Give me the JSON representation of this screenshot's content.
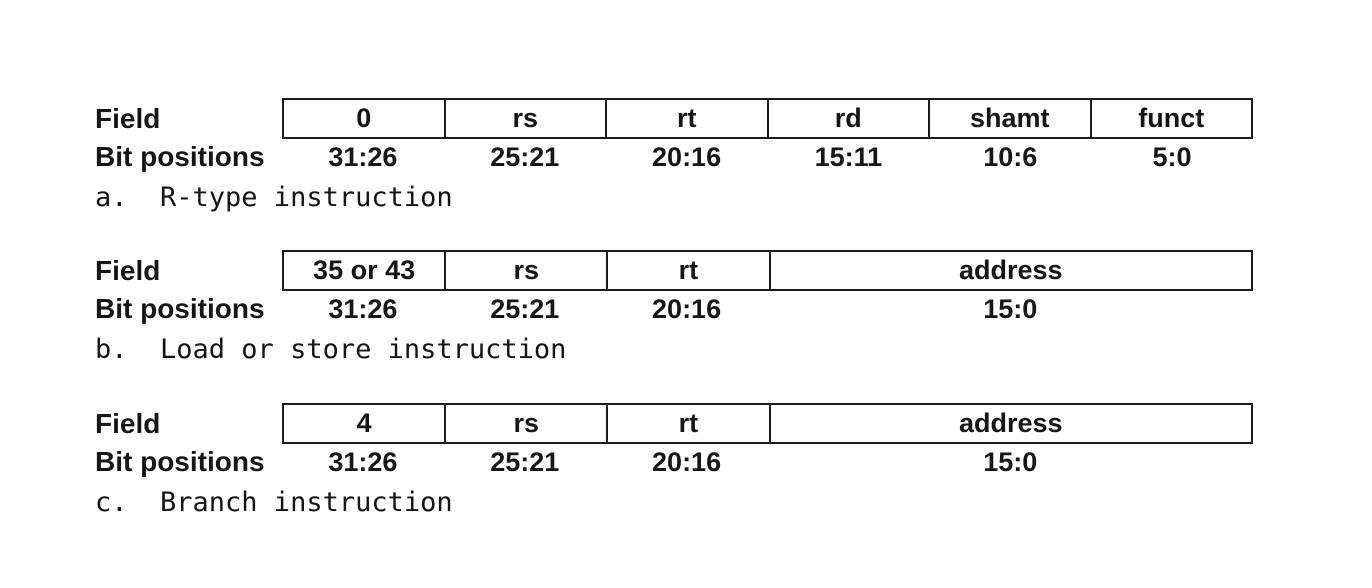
{
  "page": {
    "background_color": "#ffffff",
    "text_color": "#161616",
    "border_color": "#1c1c1c"
  },
  "sections": [
    {
      "field_label": "Field",
      "bits_label": "Bit positions",
      "caption": "a.  R-type instruction",
      "cells": [
        {
          "field": "0",
          "bits": "31:26",
          "span": 1
        },
        {
          "field": "rs",
          "bits": "25:21",
          "span": 1
        },
        {
          "field": "rt",
          "bits": "20:16",
          "span": 1
        },
        {
          "field": "rd",
          "bits": "15:11",
          "span": 1
        },
        {
          "field": "shamt",
          "bits": "10:6",
          "span": 1
        },
        {
          "field": "funct",
          "bits": "5:0",
          "span": 1
        }
      ]
    },
    {
      "field_label": "Field",
      "bits_label": "Bit positions",
      "caption": "b.  Load or store instruction",
      "cells": [
        {
          "field": "35 or 43",
          "bits": "31:26",
          "span": 1
        },
        {
          "field": "rs",
          "bits": "25:21",
          "span": 1
        },
        {
          "field": "rt",
          "bits": "20:16",
          "span": 1
        },
        {
          "field": "address",
          "bits": "15:0",
          "span": 3
        }
      ]
    },
    {
      "field_label": "Field",
      "bits_label": "Bit positions",
      "caption": "c.  Branch instruction",
      "cells": [
        {
          "field": "4",
          "bits": "31:26",
          "span": 1
        },
        {
          "field": "rs",
          "bits": "25:21",
          "span": 1
        },
        {
          "field": "rt",
          "bits": "20:16",
          "span": 1
        },
        {
          "field": "address",
          "bits": "15:0",
          "span": 3
        }
      ]
    }
  ]
}
